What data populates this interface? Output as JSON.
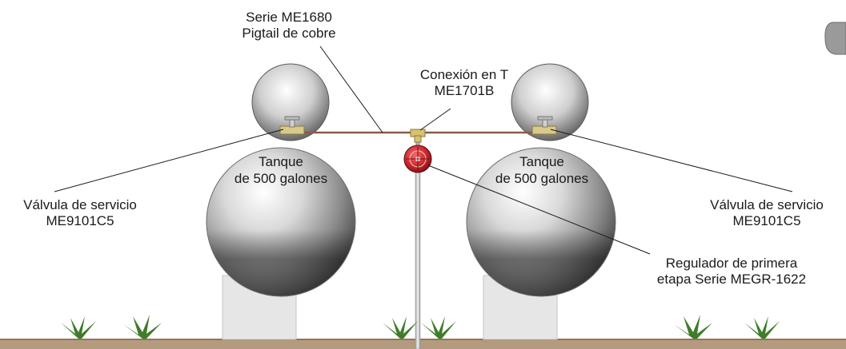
{
  "labels": {
    "pigtail": {
      "line1": "Serie ME1680",
      "line2": "Pigtail de cobre"
    },
    "tee": {
      "line1": "Conexión en T",
      "line2": "ME1701B"
    },
    "valve_left": {
      "line1": "Válvula de servicio",
      "line2": "ME9101C5"
    },
    "valve_right": {
      "line1": "Válvula de servicio",
      "line2": "ME9101C5"
    },
    "regulator": {
      "line1": "Regulador de primera",
      "line2": "etapa Serie MEGR-1622"
    }
  },
  "tanks": [
    {
      "line1": "Tanque",
      "line2": "de 500 galones"
    },
    {
      "line1": "Tanque",
      "line2": "de 500 galones"
    }
  ],
  "colors": {
    "ground": "#b49a7e",
    "regulator": "#c9252c",
    "pipe": "#8a5a4a",
    "plants": "#3f7d2a"
  }
}
